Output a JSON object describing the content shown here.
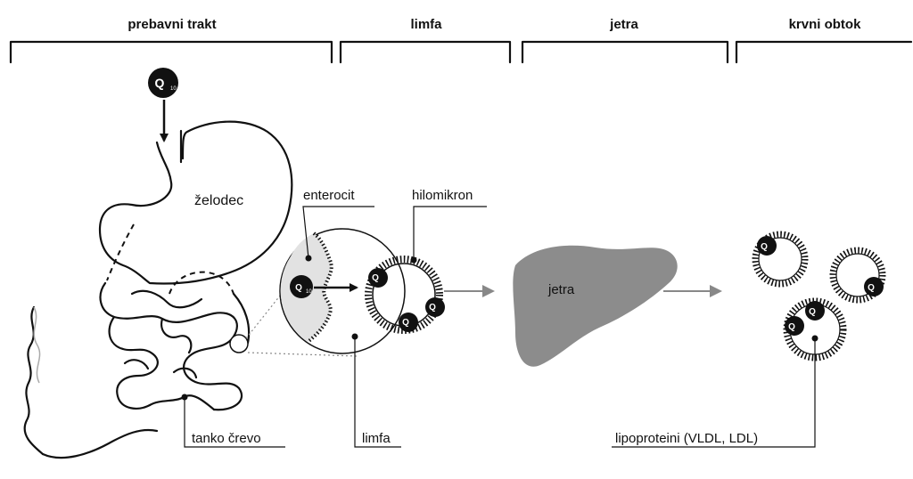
{
  "sections": {
    "digestive": "prebavni trakt",
    "lymph": "limfa",
    "liver": "jetra",
    "blood": "krvni obtok"
  },
  "labels": {
    "stomach": "želodec",
    "enterocyte": "enterocit",
    "chylomicron": "hilomikron",
    "small_intestine": "tanko črevo",
    "lymph_bottom": "limfa",
    "liver_organ": "jetra",
    "lipoproteins": "lipoproteini (VLDL, LDL)"
  },
  "molecule": {
    "letter": "Q",
    "subscript": "10"
  },
  "colors": {
    "ink": "#111111",
    "liver_fill": "#8c8c8c",
    "cell_fill": "#e2e2e2",
    "arrow_gray": "#888888"
  }
}
